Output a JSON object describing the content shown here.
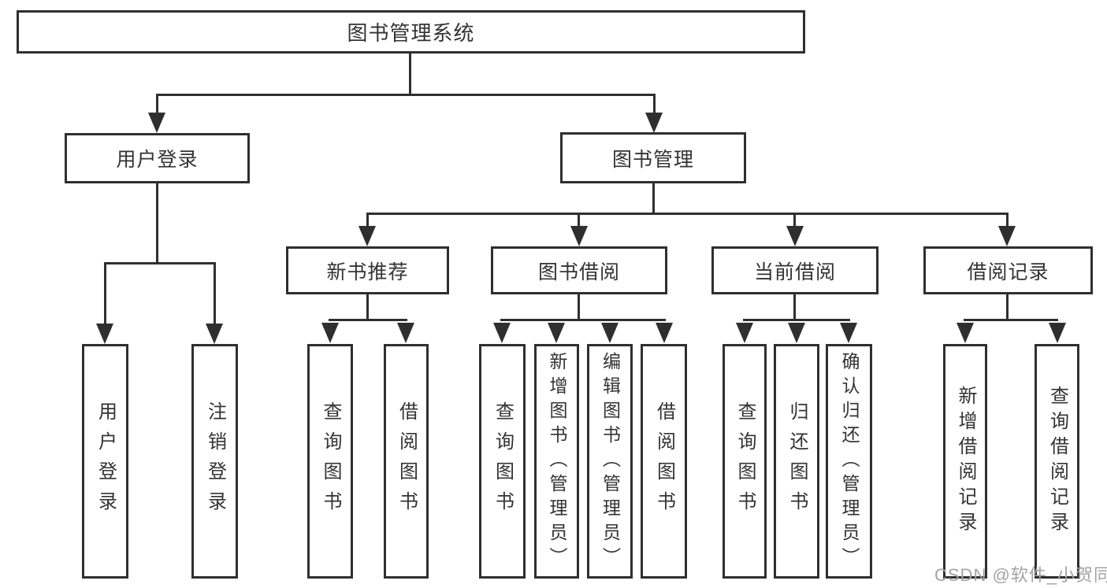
{
  "tree": {
    "label": "图书管理系统",
    "children": [
      {
        "label": "用户登录",
        "children": [
          {
            "label": "用户登录"
          },
          {
            "label": "注销登录"
          }
        ]
      },
      {
        "label": "图书管理",
        "children": [
          {
            "label": "新书推荐",
            "children": [
              {
                "label": "查询图书"
              },
              {
                "label": "借阅图书"
              }
            ]
          },
          {
            "label": "图书借阅",
            "children": [
              {
                "label": "查询图书"
              },
              {
                "label": "新增图书（管理员）"
              },
              {
                "label": "编辑图书（管理员）"
              },
              {
                "label": "借阅图书"
              }
            ]
          },
          {
            "label": "当前借阅",
            "children": [
              {
                "label": "查询图书"
              },
              {
                "label": "归还图书"
              },
              {
                "label": "确认归还（管理员）"
              }
            ]
          },
          {
            "label": "借阅记录",
            "children": [
              {
                "label": "新增借阅记录"
              },
              {
                "label": "查询借阅记录"
              }
            ]
          }
        ]
      }
    ]
  },
  "watermark": {
    "text": "CSDN @软件_小贺同学"
  },
  "colors": {
    "line": "#2f2f2f",
    "text": "#333333",
    "watermark": "#a3a3a3",
    "background": "#ffffff"
  }
}
